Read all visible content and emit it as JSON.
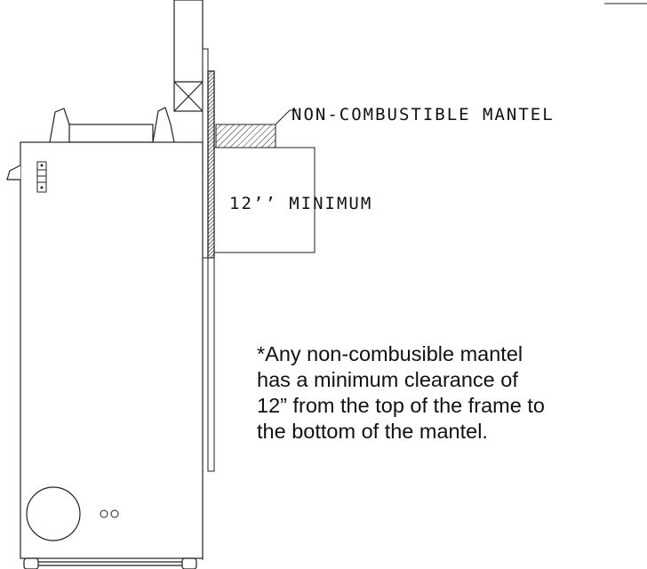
{
  "labels": {
    "mantel": "NON-COMBUSTIBLE MANTEL",
    "clearance": "12’’ MINIMUM"
  },
  "note": {
    "lines": [
      "*Any non-combusible mantel",
      "has a minimum clearance of",
      "12” from the top of the frame to",
      "the bottom of the mantel."
    ]
  },
  "icons": {
    "control_panel": "control-panel-icon",
    "fan_circle": "fan-circle-icon"
  }
}
